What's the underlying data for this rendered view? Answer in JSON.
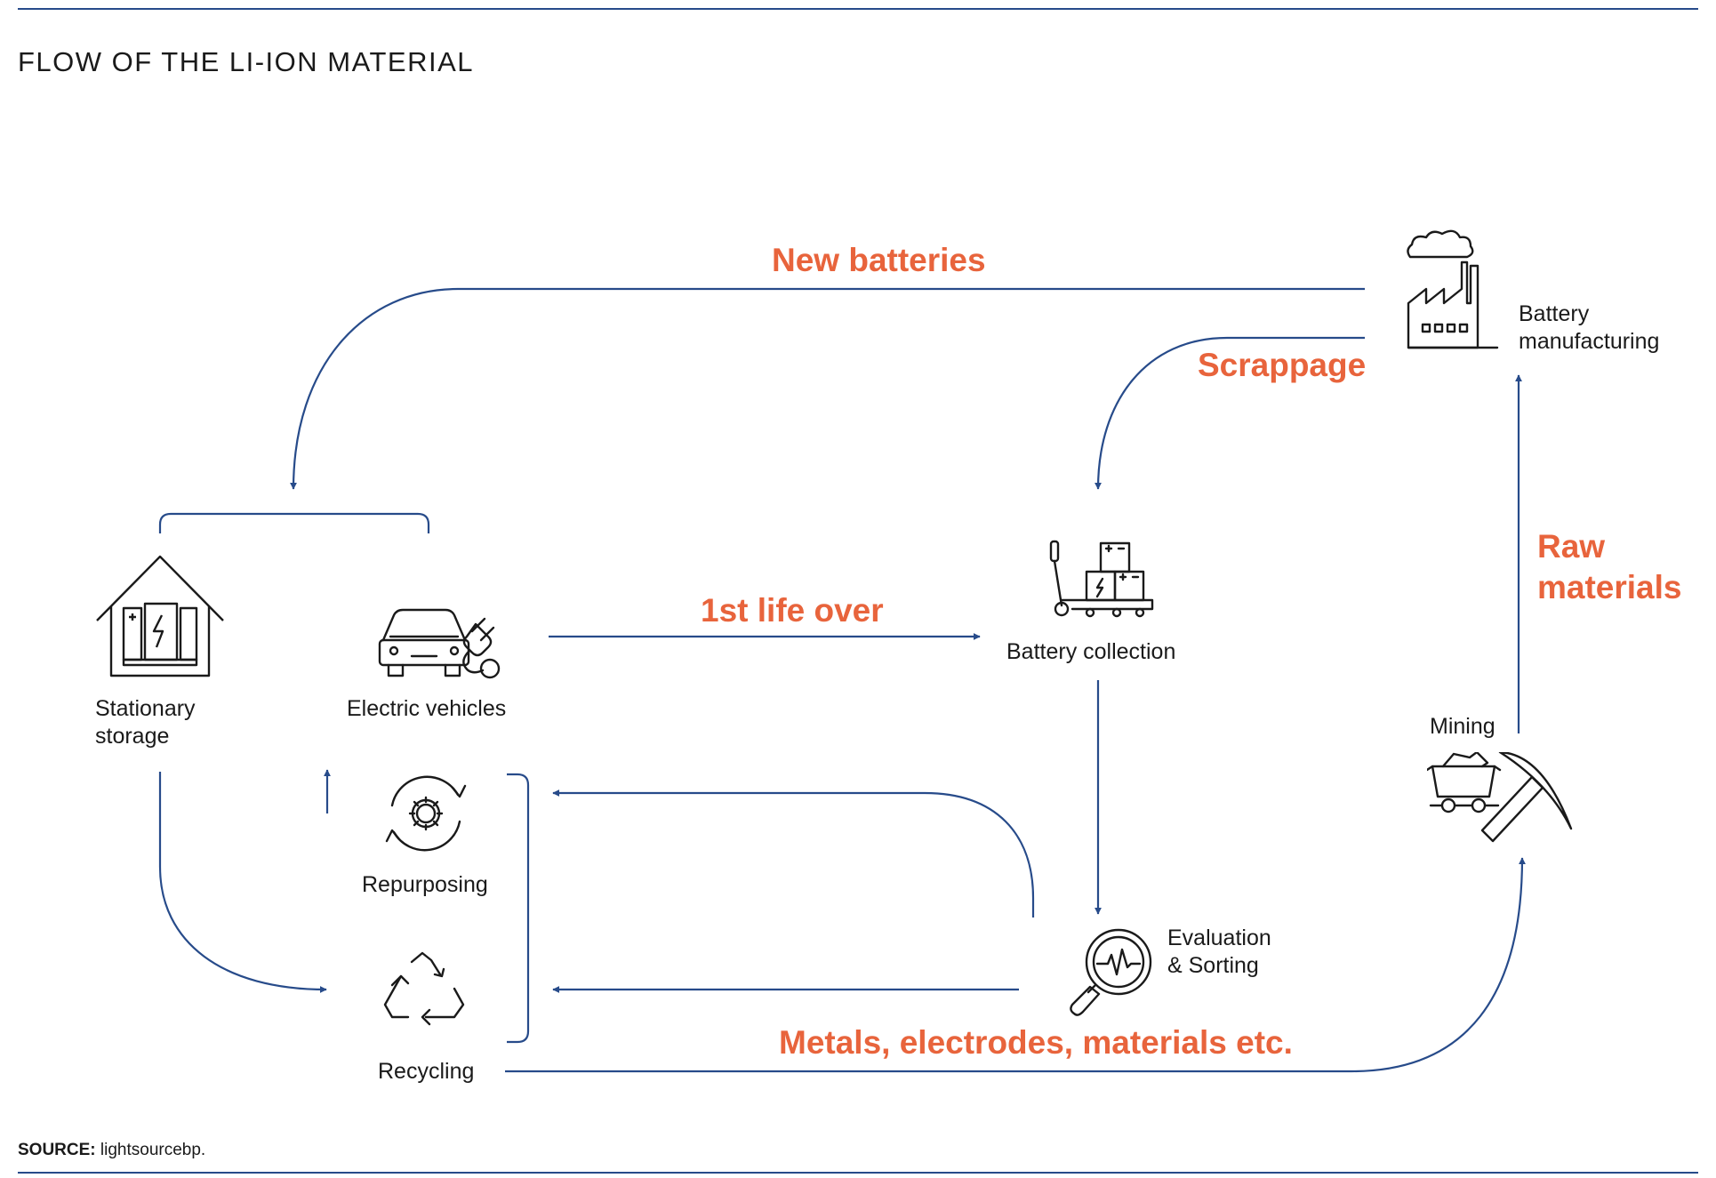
{
  "title": "FLOW OF THE LI-ION MATERIAL",
  "source": {
    "prefix": "SOURCE:",
    "text": " lightsourcebp."
  },
  "nodes": {
    "stationary_storage": [
      "Stationary",
      "storage"
    ],
    "electric_vehicles": "Electric vehicles",
    "repurposing": "Repurposing",
    "recycling": "Recycling",
    "battery_collection": "Battery collection",
    "evaluation_sorting": [
      "Evaluation",
      "& Sorting"
    ],
    "mining": "Mining",
    "battery_manufacturing": [
      "Battery",
      "manufacturing"
    ]
  },
  "flows": {
    "new_batteries": "New batteries",
    "scrappage": "Scrappage",
    "first_life_over": "1st life over",
    "raw_materials": [
      "Raw",
      "materials"
    ],
    "metals": "Metals, electrodes, materials etc."
  },
  "icons": {
    "stationary_storage": "house-battery-icon",
    "electric_vehicles": "ev-car-plug-icon",
    "repurposing": "gear-cycle-icon",
    "recycling": "recycle-icon",
    "battery_collection": "pallet-jack-icon",
    "evaluation_sorting": "magnifier-pulse-icon",
    "mining": "mine-cart-pickaxe-icon",
    "battery_manufacturing": "factory-icon"
  },
  "colors": {
    "line": "#274b8a",
    "accent": "#e8643c",
    "text": "#1a1a1a"
  }
}
